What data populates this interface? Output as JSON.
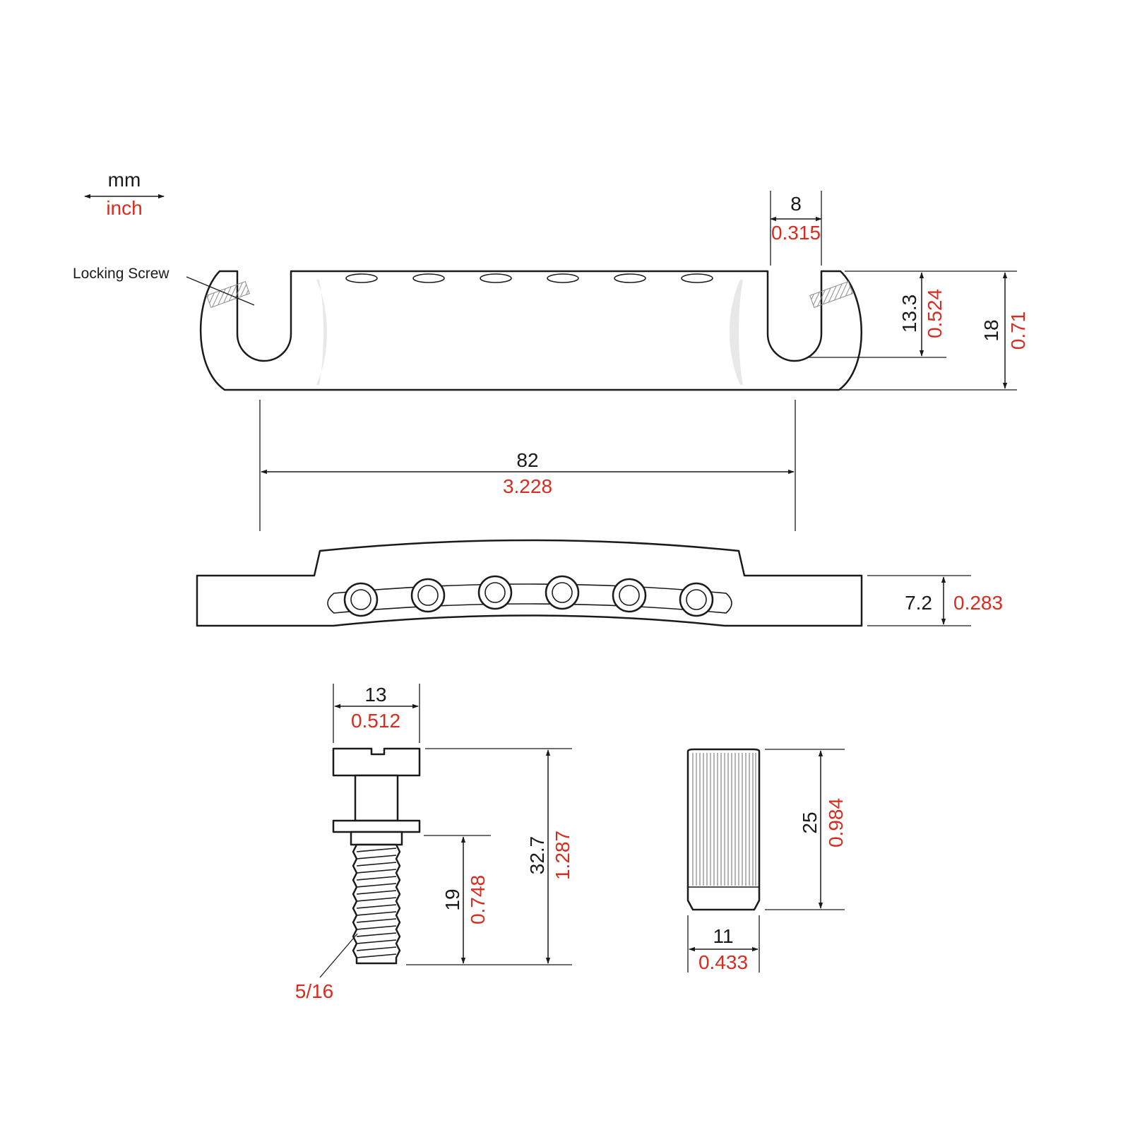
{
  "legend": {
    "mm_label": "mm",
    "inch_label": "inch"
  },
  "callouts": {
    "locking_screw": "Locking Screw",
    "thread_size": "5/16"
  },
  "dimensions": {
    "slot_width": {
      "mm": "8",
      "inch": "0.315"
    },
    "slot_depth": {
      "mm": "13.3",
      "inch": "0.524"
    },
    "tailpiece_height": {
      "mm": "18",
      "inch": "0.71"
    },
    "stud_spacing": {
      "mm": "82",
      "inch": "3.228"
    },
    "tailpiece_thickness": {
      "mm": "7.2",
      "inch": "0.283"
    },
    "stud_head_width": {
      "mm": "13",
      "inch": "0.512"
    },
    "stud_length": {
      "mm": "32.7",
      "inch": "1.287"
    },
    "thread_length": {
      "mm": "19",
      "inch": "0.748"
    },
    "anchor_length": {
      "mm": "25",
      "inch": "0.984"
    },
    "anchor_diameter": {
      "mm": "11",
      "inch": "0.433"
    }
  },
  "colors": {
    "line": "#1a1a1a",
    "inch_text": "#d72c1f",
    "background": "#ffffff"
  }
}
